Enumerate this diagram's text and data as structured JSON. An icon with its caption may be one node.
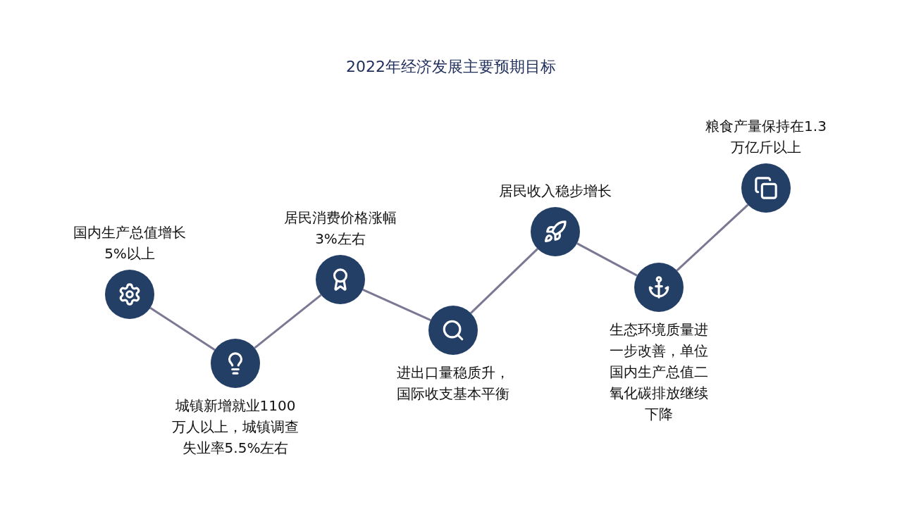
{
  "diagram": {
    "title": "2022年经济发展主要预期目标",
    "nodes": [
      {
        "text": [
          "国内生产总值增长5%以上"
        ]
      },
      {
        "text": [
          "城镇新增就业1100万人以上，城镇调查失业率5.5%左右"
        ]
      },
      {
        "text": [
          "居民消费价格涨幅3%左右"
        ]
      },
      {
        "text": [
          "进出口量稳质升，国际收支基本平衡"
        ]
      },
      {
        "text": [
          "居民收入稳步增长"
        ]
      },
      {
        "text": [
          "生态环境质量进一步改善，单位国内生产总值二氧化碳排放继续下降"
        ]
      },
      {
        "text": [
          "粮食产量保持在1.3万亿斤以上"
        ]
      }
    ],
    "edges": [
      {
        "from": 0,
        "to": 1,
        "arrow": "none"
      },
      {
        "from": 1,
        "to": 2,
        "arrow": "none"
      },
      {
        "from": 2,
        "to": 3,
        "arrow": "none"
      },
      {
        "from": 3,
        "to": 4,
        "arrow": "none"
      },
      {
        "from": 4,
        "to": 5,
        "arrow": "none"
      },
      {
        "from": 5,
        "to": 6,
        "arrow": "none"
      }
    ]
  }
}
